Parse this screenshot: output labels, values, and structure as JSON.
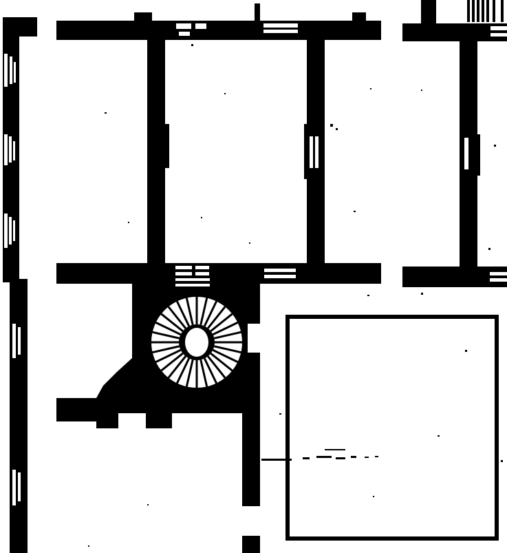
{
  "figure": {
    "kind": "architectural floor plan",
    "background": "#ffffff",
    "ink": "#000000"
  },
  "elements": {
    "rooms": [
      "room-northwest",
      "room-north-center",
      "room-north-east",
      "room-far-east",
      "room-west",
      "room-southwest",
      "courtyard"
    ],
    "stair": {
      "type": "spiral",
      "step_count": 28
    }
  }
}
